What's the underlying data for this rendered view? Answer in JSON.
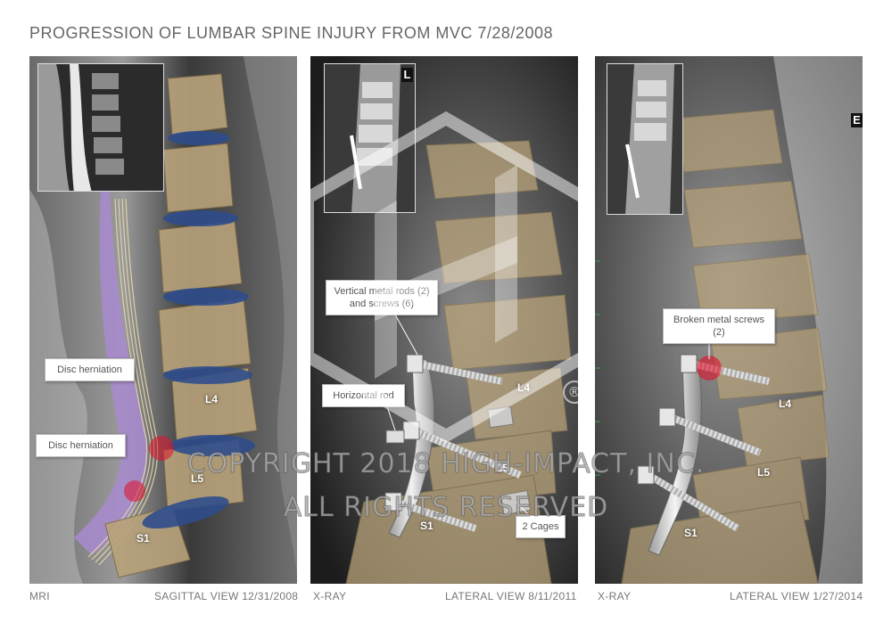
{
  "title": "PROGRESSION OF LUMBAR SPINE INJURY FROM MVC 7/28/2008",
  "panels": [
    {
      "modality": "MRI",
      "view": "SAGITTAL VIEW 12/31/2008",
      "callouts": [
        "Disc herniation",
        "Disc herniation"
      ],
      "vertebra_labels": [
        "L4",
        "L5",
        "S1"
      ]
    },
    {
      "modality": "X-RAY",
      "view": "LATERAL VIEW 8/11/2011",
      "inset_letter": "L",
      "callouts": [
        "Vertical metal rods (2)\nand screws (6)",
        "Horizontal rod",
        "2 Cages"
      ],
      "vertebra_labels": [
        "L4",
        "L5",
        "S1"
      ]
    },
    {
      "modality": "X-RAY",
      "view": "LATERAL VIEW 1/27/2014",
      "inset_letter": "E",
      "callouts": [
        "Broken metal screws (2)"
      ],
      "vertebra_labels": [
        "L4",
        "L5",
        "S1"
      ]
    }
  ],
  "watermark": {
    "line1": "COPYRIGHT 2018 HIGH-IMPACT, INC.",
    "line2": "ALL RIGHTS RESERVED",
    "mark": "®"
  },
  "colors": {
    "bone": "#b8a27a",
    "disc": "#2f4d8c",
    "spinal_cord": "#a98bd0",
    "herniation": "#e0102a"
  }
}
